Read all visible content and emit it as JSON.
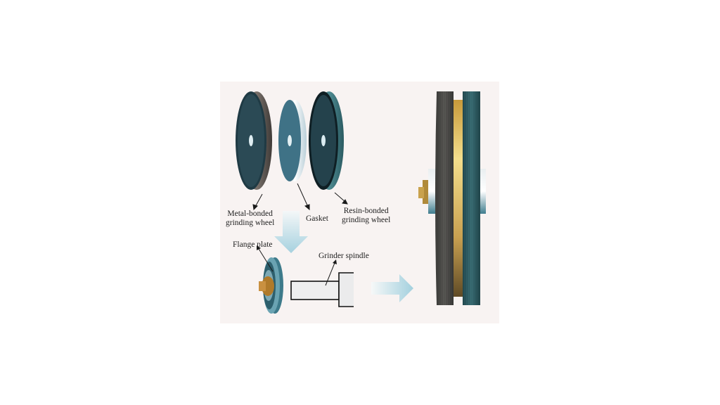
{
  "figure": {
    "background": "#f8f3f2",
    "parts": {
      "metal_bonded_wheel": {
        "label_line1": "Metal-bonded",
        "label_line2": "grinding wheel",
        "face_color": "#2b4a55",
        "rim_color": "#6e6660"
      },
      "gasket": {
        "label": "Gasket",
        "face_color": "#3f7286",
        "rim_color": "#e6eef2"
      },
      "resin_bonded_wheel": {
        "label_line1": "Resin-bonded",
        "label_line2": "grinding wheel",
        "face_color": "#24424c",
        "rim_color": "#3d7178"
      },
      "flange_plate": {
        "label": "Flange plate",
        "color": "#4f8797",
        "nut_color": "#b07a2a"
      },
      "grinder_spindle": {
        "label": "Grinder spindle"
      }
    },
    "arrows": {
      "down": "assembly-step-down",
      "right": "assembly-step-right",
      "color": "#a9d3e0"
    },
    "assembled": {
      "metal_wheel_color": "#4a4a48",
      "gasket_color": "#d8b24a",
      "resin_wheel_color": "#2f5f66"
    }
  }
}
